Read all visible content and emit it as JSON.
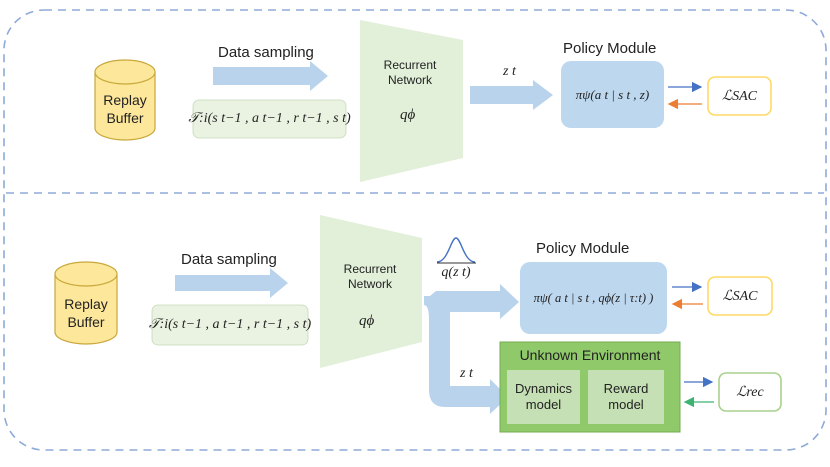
{
  "top": {
    "sampling_label": "Data sampling",
    "buffer_label": "Replay\nBuffer",
    "trajectory": "𝒯:i(s t−1 , a t−1 , r t−1 , s t)",
    "encoder_label": "Recurrent\nNetwork",
    "encoder_symbol": "qϕ",
    "latent": "z t",
    "policy_title": "Policy Module",
    "policy_formula": "πψ(a t | s t , z)",
    "loss": "ℒSAC"
  },
  "bottom": {
    "sampling_label": "Data sampling",
    "buffer_label": "Replay\nBuffer",
    "trajectory": "𝒯:i(s t−1 , a t−1 , r t−1 , s t)",
    "encoder_label": "Recurrent\nNetwork",
    "encoder_symbol": "qϕ",
    "posterior": "q(z t)",
    "latent": "z t",
    "policy_title": "Policy Module",
    "policy_formula": "πψ( a t | s t , qϕ(z | τ:t) )",
    "loss_sac": "ℒSAC",
    "env_title": "Unknown Environment",
    "dynamics_label": "Dynamics\nmodel",
    "reward_label": "Reward\nmodel",
    "loss_rec": "ℒrec"
  },
  "colors": {
    "dashed_border": "#8eaad8",
    "buffer_fill": "#fde79a",
    "buffer_stroke": "#c9a73a",
    "arrow_fill": "#b9d3ec",
    "encoder_fill": "#e2efd9",
    "trajectory_fill": "#eaf3e2",
    "policy_fill": "#bdd7ee",
    "loss_stroke": "#ffd966",
    "rec_stroke": "#a9d18e",
    "env_fill": "#8fc96a",
    "env_inner_fill": "#c5e0b4",
    "blue_arrow": "#4472c4",
    "orange_arrow": "#ed7d31",
    "green_arrow": "#3cb371"
  }
}
